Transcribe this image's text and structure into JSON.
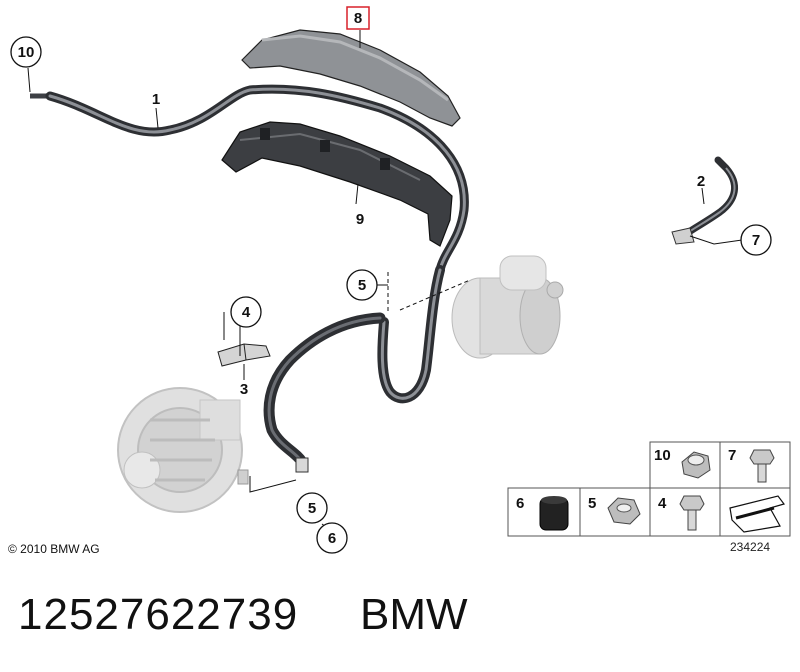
{
  "callouts": {
    "c1": "1",
    "c2": "2",
    "c3": "3",
    "c4": "4",
    "c5a": "5",
    "c5b": "5",
    "c6": "6",
    "c7": "7",
    "c8": "8",
    "c9": "9",
    "c10": "10"
  },
  "legend": {
    "items": [
      "10",
      "7",
      "6",
      "5",
      "4"
    ]
  },
  "footer": {
    "copyright": "© 2010 BMW AG",
    "reference": "234224",
    "part_number": "12527622739",
    "brand": "BMW"
  },
  "colors": {
    "highlight": "#d9202a",
    "cable": "#3d3f44",
    "part_gray": "#d4d4d4"
  }
}
